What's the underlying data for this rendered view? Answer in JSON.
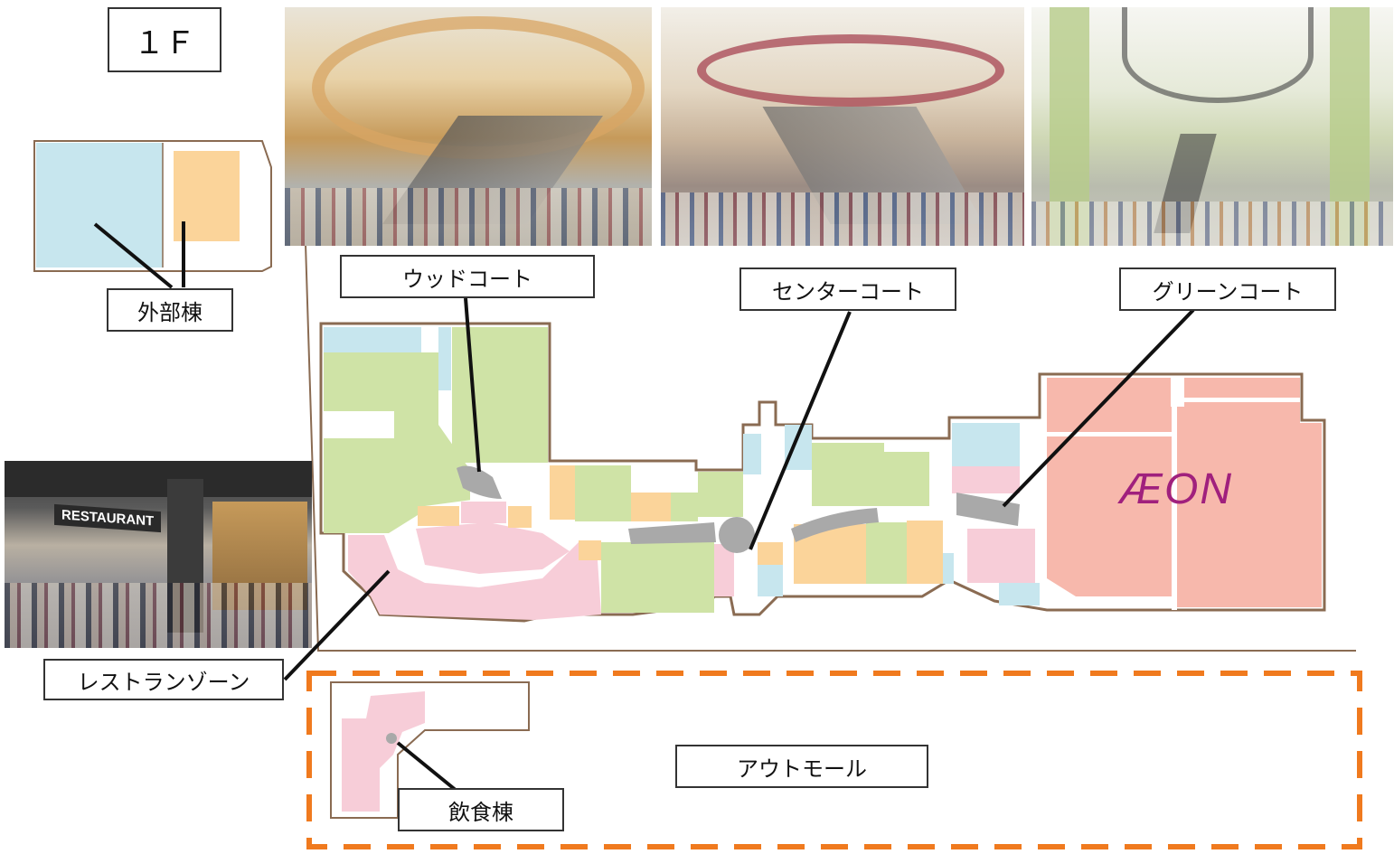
{
  "floor": "１Ｆ",
  "labels": {
    "outer_building": "外部棟",
    "wood_court": "ウッドコート",
    "center_court": "センターコート",
    "green_court": "グリーンコート",
    "restaurant_zone": "レストランゾーン",
    "out_mall": "アウトモール",
    "food_building": "飲食棟"
  },
  "photo_signs": {
    "restaurant": "RESTAURANT"
  },
  "brand": {
    "name": "ÆON",
    "color": "#a0207d"
  },
  "colors": {
    "green_zone": "#cfe3a6",
    "blue_zone": "#c7e6ee",
    "pink_zone": "#f7cdd8",
    "orange_zone": "#fbd49a",
    "salmon_zone": "#f7b8ac",
    "court_gray": "#a9a9a9",
    "outline_brown": "#8a6b52",
    "dashed_orange": "#f07a1e"
  }
}
